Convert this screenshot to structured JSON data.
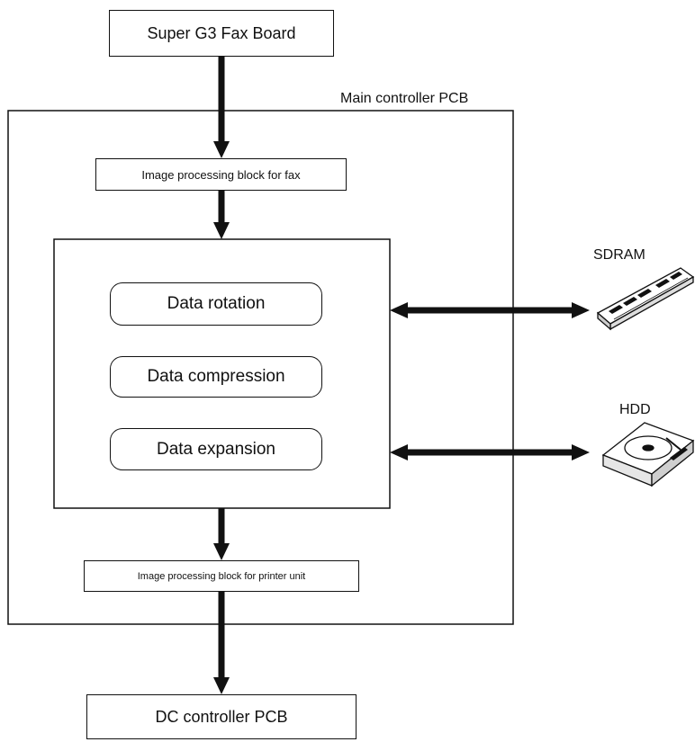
{
  "diagram": {
    "top_box": "Super G3 Fax Board",
    "container_label": "Main controller PCB",
    "fax_block": "Image processing block for fax",
    "functions": [
      "Data rotation",
      "Data compression",
      "Data expansion"
    ],
    "printer_block": "Image processing block for printer unit",
    "bottom_box": "DC controller PCB",
    "sdram_label": "SDRAM",
    "hdd_label": "HDD"
  },
  "colors": {
    "line": "#111111",
    "fill": "#ffffff"
  },
  "icons": {
    "sdram": "memory-module-icon",
    "hdd": "hard-disk-icon"
  }
}
